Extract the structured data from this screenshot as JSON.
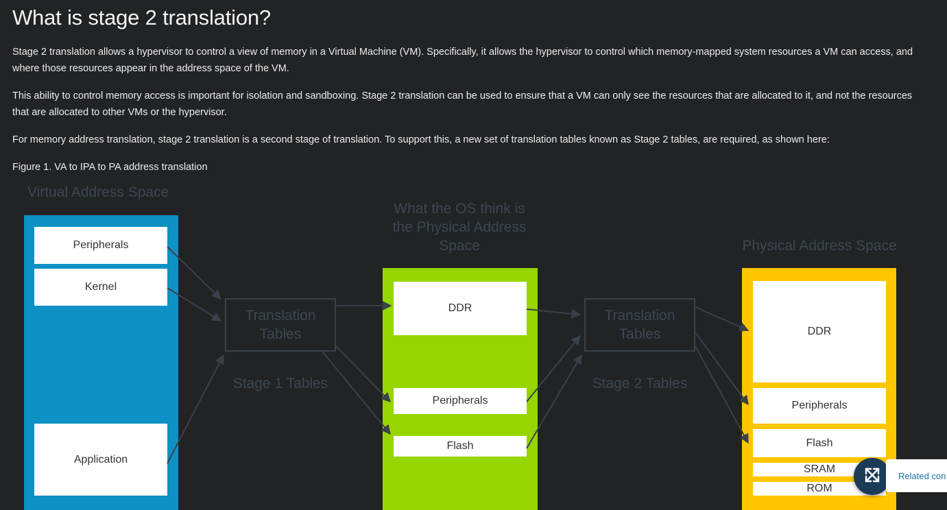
{
  "page": {
    "title": "What is stage 2 translation?",
    "paragraphs": [
      "Stage 2 translation allows a hypervisor to control a view of memory in a Virtual Machine (VM). Specifically, it allows the hypervisor to control which memory-mapped system resources a VM can access, and where those resources appear in the address space of the VM.",
      "This ability to control memory access is important for isolation and sandboxing. Stage 2 translation can be used to ensure that a VM can only see the resources that are allocated to it, and not the resources that are allocated to other VMs or the hypervisor.",
      "For memory address translation, stage 2 translation is a second stage of translation. To support this, a new set of translation tables known as Stage 2 tables, are required, as shown here:"
    ],
    "figure_caption": "Figure 1. VA to IPA to PA address translation"
  },
  "diagram": {
    "virtual_space": {
      "label": "Virtual Address Space",
      "color": "#0e91c4",
      "regions": [
        "Peripherals",
        "Kernel",
        "Application"
      ]
    },
    "stage1": {
      "box_label": "Translation Tables",
      "caption": "Stage 1 Tables"
    },
    "ipa_space": {
      "label": "What the OS think is the Physical Address Space",
      "color": "#96d500",
      "regions": [
        "DDR",
        "Peripherals",
        "Flash"
      ]
    },
    "stage2": {
      "box_label": "Translation Tables",
      "caption": "Stage 2 Tables"
    },
    "physical_space": {
      "label": "Physical Address Space",
      "color": "#ffc600",
      "regions": [
        "DDR",
        "Peripherals",
        "Flash",
        "SRAM",
        "ROM"
      ]
    },
    "line_color": "#3a414a"
  },
  "widgets": {
    "expand_icon": "expand-arrows-icon",
    "related_label": "Related con"
  }
}
